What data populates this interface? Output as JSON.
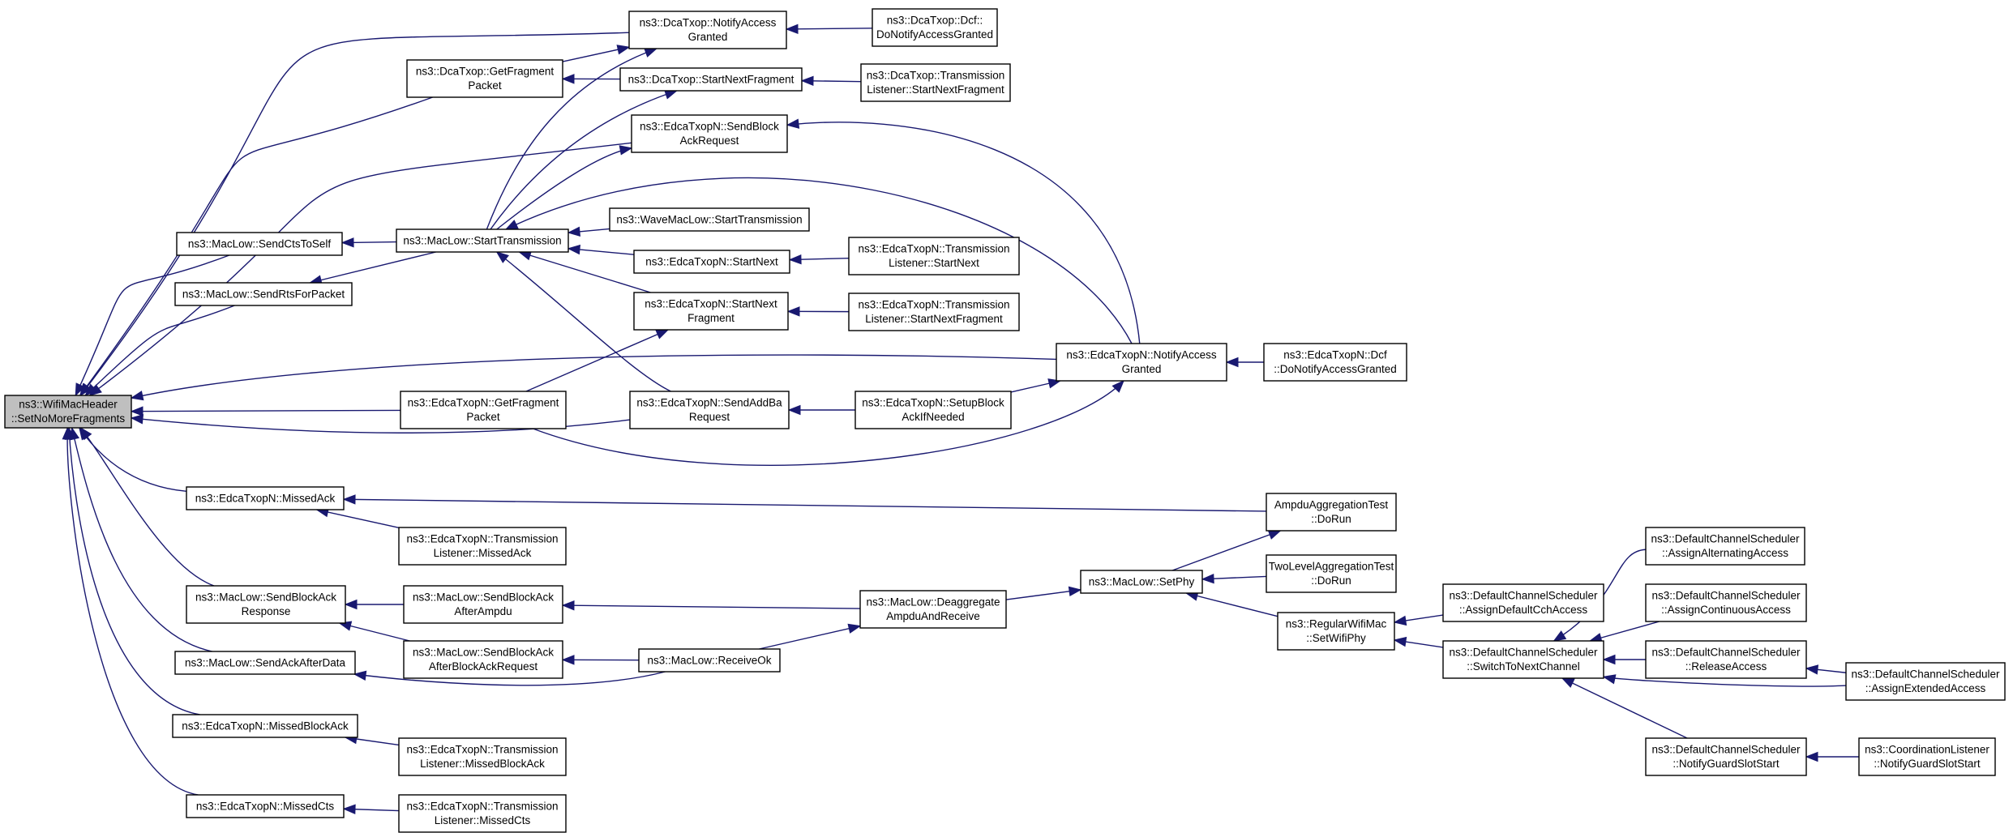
{
  "diagram": {
    "nodes": [
      {
        "id": "root",
        "lines": [
          "ns3::WifiMacHeader",
          "::SetNoMoreFragments"
        ],
        "root": true
      },
      {
        "id": "dca_nag",
        "lines": [
          "ns3::DcaTxop::NotifyAccess",
          "Granted"
        ]
      },
      {
        "id": "dcf_dnag",
        "lines": [
          "ns3::DcaTxop::Dcf::",
          "DoNotifyAccessGranted"
        ]
      },
      {
        "id": "dca_gfp",
        "lines": [
          "ns3::DcaTxop::GetFragment",
          "Packet"
        ]
      },
      {
        "id": "dca_snf",
        "lines": [
          "ns3::DcaTxop::StartNextFragment"
        ]
      },
      {
        "id": "dca_tl_snf",
        "lines": [
          "ns3::DcaTxop::Transmission",
          "Listener::StartNextFragment"
        ]
      },
      {
        "id": "edca_sbar",
        "lines": [
          "ns3::EdcaTxopN::SendBlock",
          "AckRequest"
        ]
      },
      {
        "id": "ml_scts",
        "lines": [
          "ns3::MacLow::SendCtsToSelf"
        ]
      },
      {
        "id": "ml_st",
        "lines": [
          "ns3::MacLow::StartTransmission"
        ]
      },
      {
        "id": "wml_st",
        "lines": [
          "ns3::WaveMacLow::StartTransmission"
        ]
      },
      {
        "id": "edca_sn",
        "lines": [
          "ns3::EdcaTxopN::StartNext"
        ]
      },
      {
        "id": "edca_tl_sn",
        "lines": [
          "ns3::EdcaTxopN::Transmission",
          "Listener::StartNext"
        ]
      },
      {
        "id": "ml_srfp",
        "lines": [
          "ns3::MacLow::SendRtsForPacket"
        ]
      },
      {
        "id": "edca_snf",
        "lines": [
          "ns3::EdcaTxopN::StartNext",
          "Fragment"
        ]
      },
      {
        "id": "edca_tl_snf",
        "lines": [
          "ns3::EdcaTxopN::Transmission",
          "Listener::StartNextFragment"
        ]
      },
      {
        "id": "edca_nag",
        "lines": [
          "ns3::EdcaTxopN::NotifyAccess",
          "Granted"
        ]
      },
      {
        "id": "edca_dcf_dnag",
        "lines": [
          "ns3::EdcaTxopN::Dcf",
          "::DoNotifyAccessGranted"
        ]
      },
      {
        "id": "edca_gfp",
        "lines": [
          "ns3::EdcaTxopN::GetFragment",
          "Packet"
        ]
      },
      {
        "id": "edca_saba",
        "lines": [
          "ns3::EdcaTxopN::SendAddBa",
          "Request"
        ]
      },
      {
        "id": "edca_sbain",
        "lines": [
          "ns3::EdcaTxopN::SetupBlock",
          "AckIfNeeded"
        ]
      },
      {
        "id": "edca_ma",
        "lines": [
          "ns3::EdcaTxopN::MissedAck"
        ]
      },
      {
        "id": "ampdu_dorun",
        "lines": [
          "AmpduAggregationTest",
          "::DoRun"
        ]
      },
      {
        "id": "edca_tl_ma",
        "lines": [
          "ns3::EdcaTxopN::Transmission",
          "Listener::MissedAck"
        ]
      },
      {
        "id": "ml_setphy",
        "lines": [
          "ns3::MacLow::SetPhy"
        ]
      },
      {
        "id": "twolevel_dorun",
        "lines": [
          "TwoLevelAggregationTest",
          "::DoRun"
        ]
      },
      {
        "id": "dcs_aaa",
        "lines": [
          "ns3::DefaultChannelScheduler",
          "::AssignAlternatingAccess"
        ]
      },
      {
        "id": "ml_sbar",
        "lines": [
          "ns3::MacLow::SendBlockAck",
          "Response"
        ]
      },
      {
        "id": "ml_sbaaa",
        "lines": [
          "ns3::MacLow::SendBlockAck",
          "AfterAmpdu"
        ]
      },
      {
        "id": "ml_dar",
        "lines": [
          "ns3::MacLow::Deaggregate",
          "AmpduAndReceive"
        ]
      },
      {
        "id": "dcs_adcca",
        "lines": [
          "ns3::DefaultChannelScheduler",
          "::AssignDefaultCchAccess"
        ]
      },
      {
        "id": "dcs_aca",
        "lines": [
          "ns3::DefaultChannelScheduler",
          "::AssignContinuousAccess"
        ]
      },
      {
        "id": "rwm_swp",
        "lines": [
          "ns3::RegularWifiMac",
          "::SetWifiPhy"
        ]
      },
      {
        "id": "ml_sbaabar",
        "lines": [
          "ns3::MacLow::SendBlockAck",
          "AfterBlockAckRequest"
        ]
      },
      {
        "id": "ml_ro",
        "lines": [
          "ns3::MacLow::ReceiveOk"
        ]
      },
      {
        "id": "dcs_stnc",
        "lines": [
          "ns3::DefaultChannelScheduler",
          "::SwitchToNextChannel"
        ]
      },
      {
        "id": "dcs_ra",
        "lines": [
          "ns3::DefaultChannelScheduler",
          "::ReleaseAccess"
        ]
      },
      {
        "id": "ml_saad",
        "lines": [
          "ns3::MacLow::SendAckAfterData"
        ]
      },
      {
        "id": "dcs_aea",
        "lines": [
          "ns3::DefaultChannelScheduler",
          "::AssignExtendedAccess"
        ]
      },
      {
        "id": "edca_mba",
        "lines": [
          "ns3::EdcaTxopN::MissedBlockAck"
        ]
      },
      {
        "id": "edca_tl_mba",
        "lines": [
          "ns3::EdcaTxopN::Transmission",
          "Listener::MissedBlockAck"
        ]
      },
      {
        "id": "dcs_ngss",
        "lines": [
          "ns3::DefaultChannelScheduler",
          "::NotifyGuardSlotStart"
        ]
      },
      {
        "id": "cl_ngss",
        "lines": [
          "ns3::CoordinationListener",
          "::NotifyGuardSlotStart"
        ]
      },
      {
        "id": "edca_mc",
        "lines": [
          "ns3::EdcaTxopN::MissedCts"
        ]
      },
      {
        "id": "edca_tl_mc",
        "lines": [
          "ns3::EdcaTxopN::Transmission",
          "Listener::MissedCts"
        ]
      }
    ]
  }
}
